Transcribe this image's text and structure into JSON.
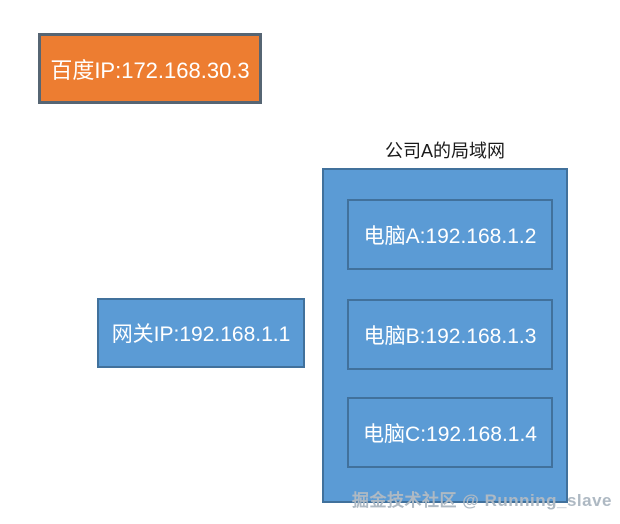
{
  "diagram": {
    "baidu_box": {
      "label": "百度IP:172.168.30.3"
    },
    "lan": {
      "title": "公司A的局域网",
      "computers": [
        {
          "label": "电脑A:192.168.1.2"
        },
        {
          "label": "电脑B:192.168.1.3"
        },
        {
          "label": "电脑C:192.168.1.4"
        }
      ]
    },
    "gateway_box": {
      "label": "网关IP:192.168.1.1"
    },
    "watermark": "掘金技术社区 @ Running_slave",
    "colors": {
      "orange_fill": "#ED7D31",
      "orange_border": "#566573",
      "blue_fill": "#5B9BD5",
      "blue_border": "#41719C",
      "title_text": "#1A1A1A",
      "box_text": "#FFFFFF",
      "watermark_text": "#AEB9C3",
      "canvas_bg": "#FFFFFF"
    }
  }
}
